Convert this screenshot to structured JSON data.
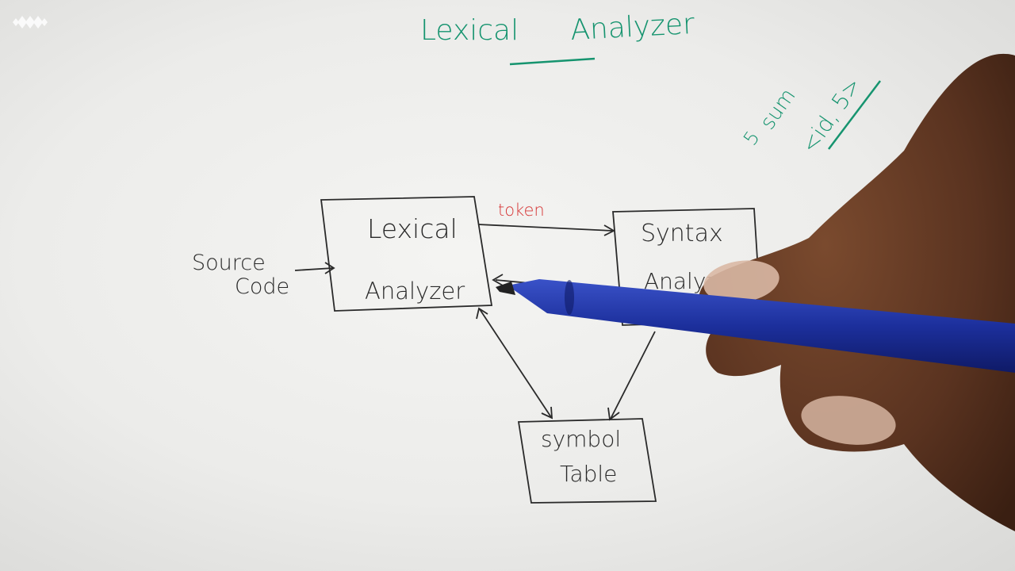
{
  "title": {
    "line1": "Lexical",
    "line2": "Analyzer"
  },
  "side_note": {
    "number": "5",
    "word": "sum",
    "token": "<id, 5>"
  },
  "inputs": {
    "source_line1": "Source",
    "source_line2": "Code"
  },
  "boxes": {
    "lexical": {
      "line1": "Lexical",
      "line2": "Analyzer"
    },
    "syntax": {
      "line1": "Syntax",
      "line2": "Analyzer"
    },
    "symbol": {
      "line1": "symbol",
      "line2": "Table"
    }
  },
  "edges": {
    "token_label": "token"
  },
  "colors": {
    "ink": "#2a2a2a",
    "title_green": "#16946f",
    "token_red": "#d63636",
    "pen_blue": "#1c2f9c",
    "skin": "#5a3320"
  },
  "icons": {
    "watermark": "diamond-logo-icon",
    "pen": "pen-icon",
    "hand": "hand-icon"
  }
}
